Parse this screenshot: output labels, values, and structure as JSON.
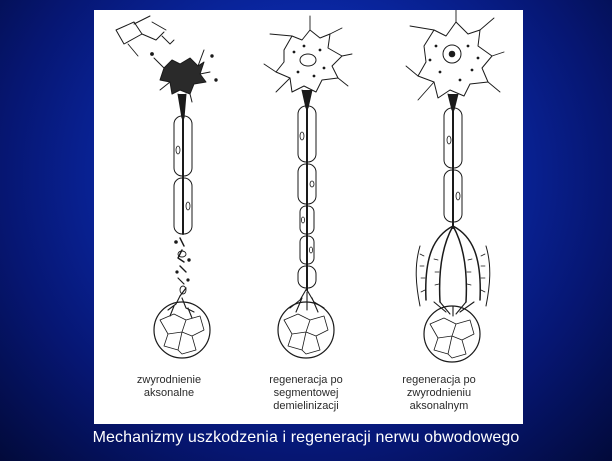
{
  "slide": {
    "title": "Mechanizmy uszkodzenia i regeneracji nerwu obwodowego"
  },
  "figure": {
    "panels": [
      {
        "caption": "zwyrodnienie\naksonalne"
      },
      {
        "caption": "regeneracja po\nsegmentowej\ndemielinizacji"
      },
      {
        "caption": "regeneracja po\nzwyrodnieniu\naksonalnym"
      }
    ]
  },
  "colors": {
    "background": "#0a28a6",
    "title_text": "#ffffff",
    "panel": "#ffffff",
    "ink": "#1a1a1a"
  }
}
